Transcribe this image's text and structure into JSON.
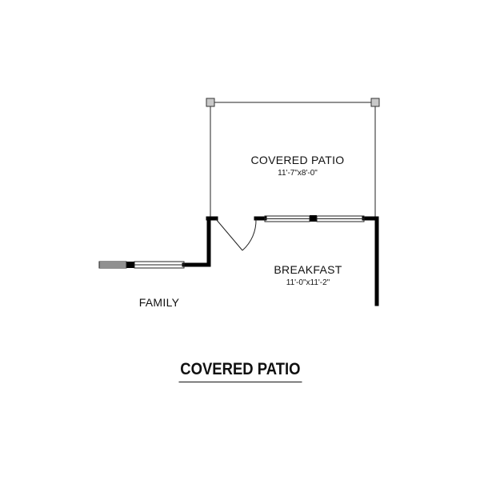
{
  "rooms": {
    "covered_patio": {
      "name": "COVERED PATIO",
      "size": "11'-7\"x8'-0\""
    },
    "breakfast": {
      "name": "BREAKFAST",
      "size": "11'-0\"x11'-2\""
    },
    "family": {
      "name": "FAMILY"
    }
  },
  "caption": "COVERED PATIO",
  "colors": {
    "wall": "#000000",
    "line": "#222222",
    "post_fill": "#c8c8c8"
  }
}
